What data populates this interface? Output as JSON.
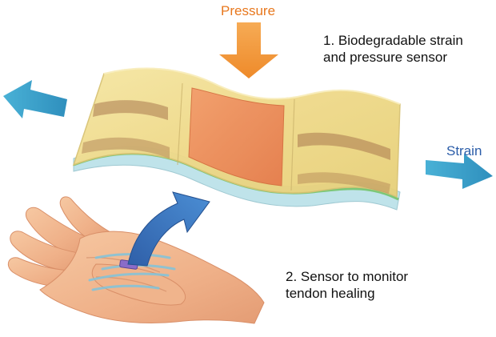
{
  "labels": {
    "pressure": "Pressure",
    "strain": "Strain",
    "caption_1_line_1": "1. Biodegradable strain",
    "caption_1_line_2": "and pressure sensor",
    "caption_2_line_1": "2. Sensor to monitor",
    "caption_2_line_2": "tendon healing"
  },
  "colors": {
    "pressure_arrow": "#f39a3c",
    "strain_arrow": "#3aa3c9",
    "pointer_arrow": "#3b78c2",
    "sensor_film": "#f1de8c",
    "sensor_center_pad": "#ef8a55",
    "sensor_electrodes": "#a9784e",
    "sensor_substrate": "#bfe3ea",
    "skin": "#f2b88f",
    "tendon_marks": "#7fc3dc",
    "implant": "#8a6cc8"
  }
}
